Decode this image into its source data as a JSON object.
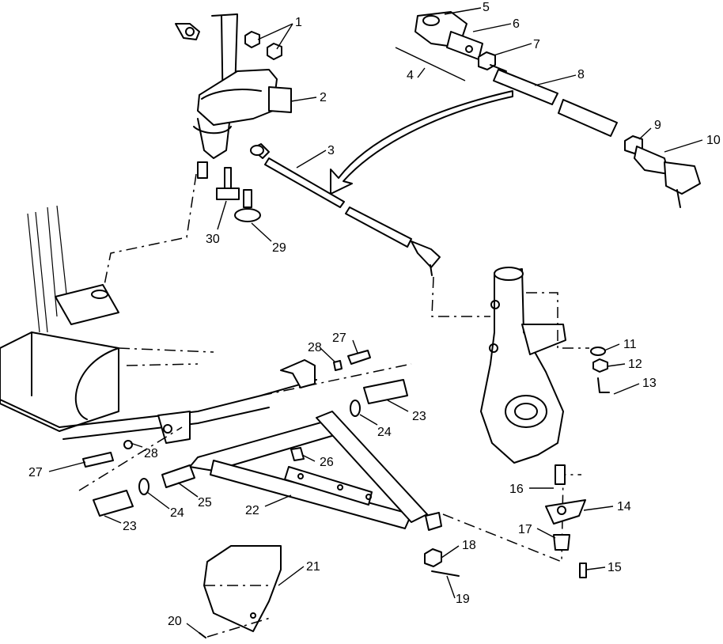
{
  "callouts": [
    "1",
    "2",
    "3",
    "4",
    "5",
    "6",
    "7",
    "8",
    "9",
    "10",
    "11",
    "12",
    "13",
    "14",
    "15",
    "16",
    "17",
    "18",
    "19",
    "20",
    "21",
    "22",
    "23",
    "24",
    "25",
    "26",
    "27",
    "28",
    "29",
    "30"
  ],
  "icons": {
    "arrow": "curved-arrow-icon"
  }
}
